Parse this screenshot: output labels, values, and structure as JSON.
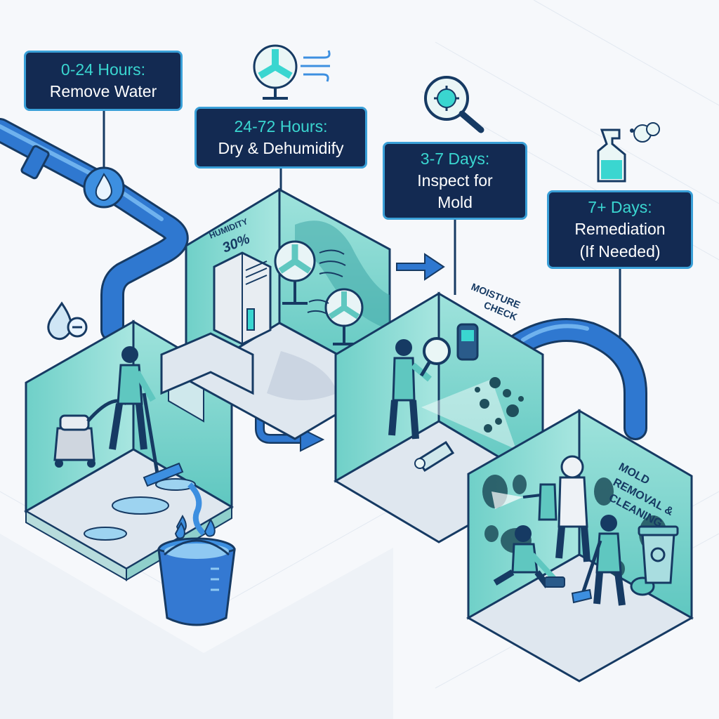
{
  "stages": [
    {
      "time": "0-24 Hours:",
      "action": [
        "Remove Water"
      ]
    },
    {
      "time": "24-72 Hours:",
      "action": [
        "Dry & Dehumidify"
      ]
    },
    {
      "time": "3-7 Days:",
      "action": [
        "Inspect for",
        "Mold"
      ]
    },
    {
      "time": "7+ Days:",
      "action": [
        "Remediation",
        "(If Needed)"
      ]
    }
  ],
  "room_labels": {
    "humidity_label": "HUMIDITY",
    "humidity_value": "30%",
    "moisture_check": [
      "MOISTURE",
      "CHECK"
    ],
    "mold_cleaning": [
      "MOLD",
      "REMOVAL &",
      "CLEANING"
    ]
  },
  "icons": [
    "water-drop-icon",
    "fan-icon",
    "wind-icon",
    "virus-magnifier-icon",
    "spray-bottle-icon",
    "drop-minus-icon",
    "biohazard-icon"
  ],
  "colors": {
    "callout_bg": "#132a52",
    "callout_border": "#3aa0d8",
    "time_text": "#3ad6d0",
    "pipe": "#2f6fc8",
    "room_wall": "#7fd6cf",
    "outline": "#163a63"
  }
}
